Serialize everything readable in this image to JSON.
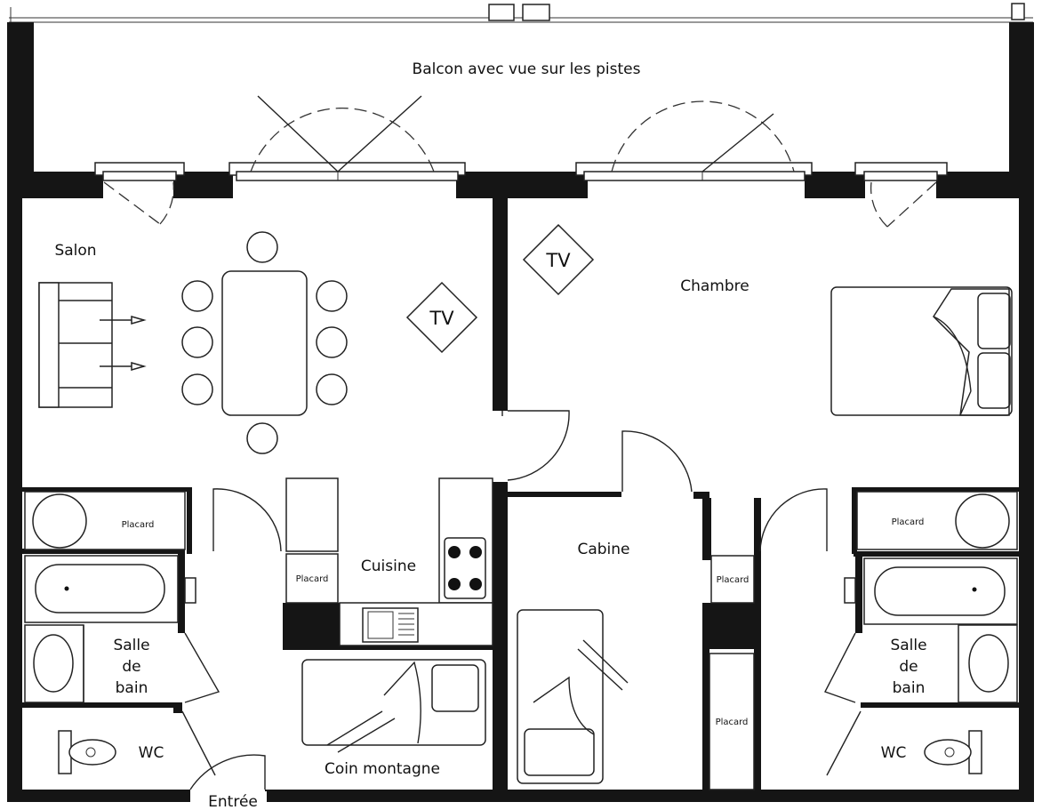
{
  "rooms": {
    "balcon": "Balcon avec vue sur les pistes",
    "salon": "Salon",
    "chambre": "Chambre",
    "cuisine": "Cuisine",
    "cabine": "Cabine",
    "salle_de_bain_left": [
      "Salle",
      "de",
      "bain"
    ],
    "salle_de_bain_right": [
      "Salle",
      "de",
      "bain"
    ],
    "wc_left": "WC",
    "wc_right": "WC",
    "coin_montagne": "Coin montagne",
    "entree": "Entrée"
  },
  "fixtures": {
    "tv_salon": "TV",
    "tv_chambre": "TV",
    "placard_salon": "Placard",
    "placard_cuisine": "Placard",
    "placard_cabine_top": "Placard",
    "placard_cabine_bottom": "Placard",
    "placard_chambre": "Placard"
  },
  "colors": {
    "wall": "#151515",
    "line": "#222222",
    "background": "#ffffff"
  }
}
